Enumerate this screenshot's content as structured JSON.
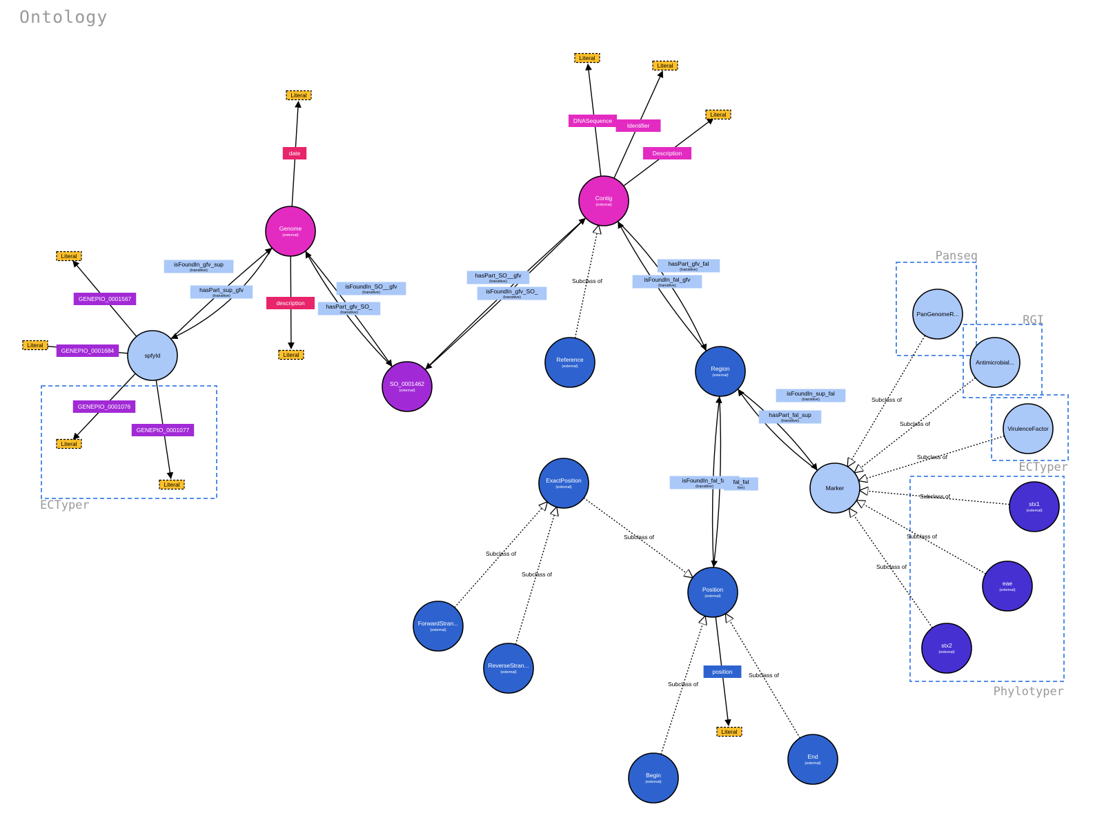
{
  "page": {
    "title": "Ontology"
  },
  "colors": {
    "magenta": "#e32bc2",
    "purple": "#a22ad6",
    "lightblue": "#aac8f8",
    "blue": "#2e63cf",
    "violet": "#4630d2",
    "literal": "#fcc02a",
    "crimson": "#e8246a",
    "propPurple": "#a22ad6",
    "propLight": "#aac8f8",
    "propBlue": "#2e63cf",
    "groupBorder": "#3d7fe6"
  },
  "groups": [
    {
      "id": "ectyper-left",
      "label": "ECTyper"
    },
    {
      "id": "panseq",
      "label": "Panseq"
    },
    {
      "id": "rgi",
      "label": "RGI"
    },
    {
      "id": "ectyper-right",
      "label": "ECTyper"
    },
    {
      "id": "phylotyper",
      "label": "Phylotyper"
    }
  ],
  "nodes": [
    {
      "id": "genome",
      "label": "Genome",
      "sub": "(external)",
      "color": "magenta"
    },
    {
      "id": "contig",
      "label": "Contig",
      "sub": "(external)",
      "color": "magenta"
    },
    {
      "id": "so",
      "label": "SO_0001462",
      "sub": "(external)",
      "color": "purple"
    },
    {
      "id": "spfyid",
      "label": "spfyId",
      "sub": "",
      "color": "lightblue"
    },
    {
      "id": "reference",
      "label": "Reference",
      "sub": "(external)",
      "color": "blue"
    },
    {
      "id": "region",
      "label": "Region",
      "sub": "(external)",
      "color": "blue"
    },
    {
      "id": "marker",
      "label": "Marker",
      "sub": "",
      "color": "lightblue"
    },
    {
      "id": "pangenome",
      "label": "PanGenomeR...",
      "sub": "",
      "color": "lightblue"
    },
    {
      "id": "antimicrobial",
      "label": "Antimicrobial...",
      "sub": "",
      "color": "lightblue"
    },
    {
      "id": "virulence",
      "label": "VirulenceFactor",
      "sub": "",
      "color": "lightblue"
    },
    {
      "id": "stx1",
      "label": "stx1",
      "sub": "(external)",
      "color": "violet"
    },
    {
      "id": "eae",
      "label": "eae",
      "sub": "(external)",
      "color": "violet"
    },
    {
      "id": "stx2",
      "label": "stx2",
      "sub": "(external)",
      "color": "violet"
    },
    {
      "id": "exactposition",
      "label": "ExactPosition",
      "sub": "(external)",
      "color": "blue"
    },
    {
      "id": "position",
      "label": "Position",
      "sub": "(external)",
      "color": "blue"
    },
    {
      "id": "forward",
      "label": "ForwardStran...",
      "sub": "(external)",
      "color": "blue"
    },
    {
      "id": "reverse",
      "label": "ReverseStran...",
      "sub": "(external)",
      "color": "blue"
    },
    {
      "id": "begin",
      "label": "Begin",
      "sub": "(external)",
      "color": "blue"
    },
    {
      "id": "end",
      "label": "End",
      "sub": "(external)",
      "color": "blue"
    }
  ],
  "literals": [
    {
      "id": "lit-genome",
      "label": "Literal"
    },
    {
      "id": "lit-desc",
      "label": "Literal"
    },
    {
      "id": "lit-dna",
      "label": "Literal"
    },
    {
      "id": "lit-ident",
      "label": "Literal"
    },
    {
      "id": "lit-cdesc",
      "label": "Literal"
    },
    {
      "id": "lit-1567",
      "label": "Literal"
    },
    {
      "id": "lit-1684",
      "label": "Literal"
    },
    {
      "id": "lit-1076",
      "label": "Literal"
    },
    {
      "id": "lit-1077",
      "label": "Literal"
    },
    {
      "id": "lit-pos",
      "label": "Literal"
    }
  ],
  "properties": [
    {
      "id": "p-date",
      "label": "date",
      "sub": "",
      "color": "crimson"
    },
    {
      "id": "p-description",
      "label": "description",
      "sub": "",
      "color": "crimson"
    },
    {
      "id": "p-dnaseq",
      "label": "DNASequence",
      "sub": "",
      "color": "magenta"
    },
    {
      "id": "p-identifier",
      "label": "Identifier",
      "sub": "",
      "color": "magenta"
    },
    {
      "id": "p-cdescription",
      "label": "Description",
      "sub": "",
      "color": "magenta"
    },
    {
      "id": "p-1567",
      "label": "GENEPIO_0001567",
      "sub": "",
      "color": "propPurple"
    },
    {
      "id": "p-1684",
      "label": "GENEPIO_0001684",
      "sub": "",
      "color": "propPurple"
    },
    {
      "id": "p-1076",
      "label": "GENEPIO_0001076",
      "sub": "",
      "color": "propPurple"
    },
    {
      "id": "p-1077",
      "label": "GENEPIO_0001077",
      "sub": "",
      "color": "propPurple"
    },
    {
      "id": "p-if-gfv-sup",
      "label": "isFoundIn_gfv_sup",
      "sub": "(transitive)",
      "color": "propLight"
    },
    {
      "id": "p-hp-sup-gfv",
      "label": "hasPart_sup_gfv",
      "sub": "(transitive)",
      "color": "propLight"
    },
    {
      "id": "p-if-so-gfv",
      "label": "isFoundIn_SO__gfv",
      "sub": "(transitive)",
      "color": "propLight"
    },
    {
      "id": "p-hp-gfv-so",
      "label": "hasPart_gfv_SO_",
      "sub": "(transitive)",
      "color": "propLight"
    },
    {
      "id": "p-hp-so-gfv",
      "label": "hasPart_SO__gfv",
      "sub": "(transitive)",
      "color": "propLight"
    },
    {
      "id": "p-if-gfv-so",
      "label": "isFoundIn_gfv_SO_",
      "sub": "(transitive)",
      "color": "propLight"
    },
    {
      "id": "p-hp-gfv-fal",
      "label": "hasPart_gfv_fal",
      "sub": "(transitive)",
      "color": "propLight"
    },
    {
      "id": "p-if-fal-gfv",
      "label": "isFoundIn_fal_gfv",
      "sub": "(transitive)",
      "color": "propLight"
    },
    {
      "id": "p-if-sup-fal",
      "label": "isFoundIn_sup_fal",
      "sub": "(transitive)",
      "color": "propLight"
    },
    {
      "id": "p-hp-fal-sup",
      "label": "hasPart_fal_sup",
      "sub": "(transitive)",
      "color": "propLight"
    },
    {
      "id": "p-if-fal-fal",
      "label": "isFoundIn_fal_fal",
      "sub": "(transitive)",
      "color": "propLight"
    },
    {
      "id": "p-hp-fal-fal",
      "label": "fal_fal",
      "sub": "tive)",
      "color": "propLight"
    },
    {
      "id": "p-position",
      "label": "position",
      "sub": "",
      "color": "propBlue"
    }
  ],
  "subclass_label": "Subclass of"
}
